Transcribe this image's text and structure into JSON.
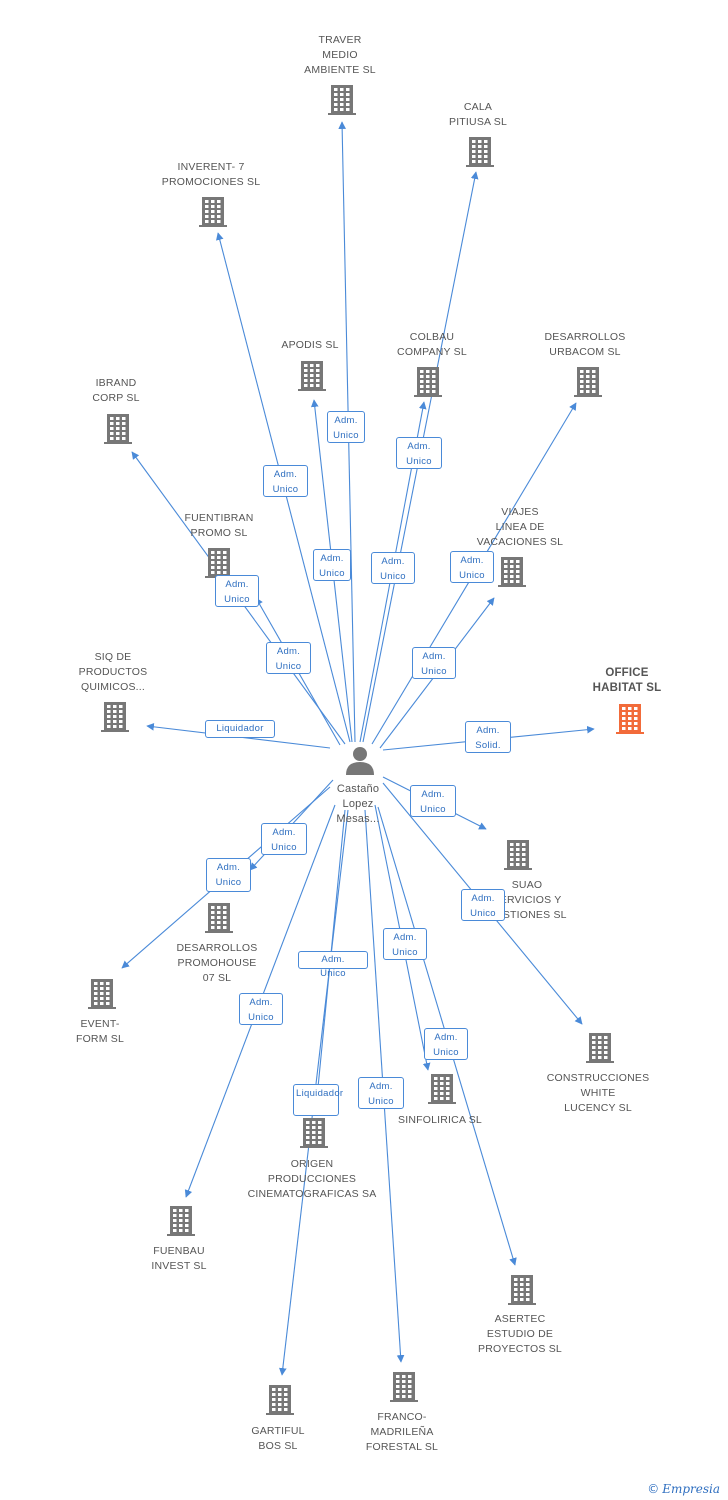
{
  "colors": {
    "edge": "#4a8ad8",
    "building": "#777777",
    "focus_building": "#f26b3a",
    "person": "#777777"
  },
  "center": {
    "name": "Castaño\nLopez\nMesas..."
  },
  "companies": [
    {
      "id": "traver",
      "name": "TRAVER\nMEDIO\nAMBIENTE SL",
      "role": "Adm.\nUnico",
      "focus": false
    },
    {
      "id": "cala",
      "name": "CALA\nPITIUSA SL",
      "role": "Adm.\nUnico",
      "focus": false
    },
    {
      "id": "inverent",
      "name": "INVERENT- 7\nPROMOCIONES SL",
      "role": "Adm.\nUnico",
      "focus": false
    },
    {
      "id": "apodis",
      "name": "APODIS SL",
      "role": "Adm.\nUnico",
      "focus": false
    },
    {
      "id": "colbau",
      "name": "COLBAU\nCOMPANY SL",
      "role": "Adm.\nUnico",
      "focus": false
    },
    {
      "id": "desarrollos_urbacom",
      "name": "DESARROLLOS\nURBACOM SL",
      "role": "Adm.\nUnico",
      "focus": false
    },
    {
      "id": "ibrand",
      "name": "IBRAND\nCORP SL",
      "role": "Adm.\nUnico",
      "focus": false
    },
    {
      "id": "fuentibran",
      "name": "FUENTIBRAN\nPROMO SL",
      "role": "Adm.\nUnico",
      "focus": false
    },
    {
      "id": "viajes",
      "name": "VIAJES\nLINEA DE\nVACACIONES SL",
      "role": "Adm.\nUnico",
      "focus": false
    },
    {
      "id": "siq",
      "name": "SIQ DE\nPRODUCTOS\nQUIMICOS...",
      "role": "Liquidador",
      "focus": false
    },
    {
      "id": "office",
      "name": "OFFICE\nHABITAT SL",
      "role": "Adm.\nSolid.",
      "focus": true
    },
    {
      "id": "suao",
      "name": "SUAO\nSERVICIOS Y\nGESTIONES SL",
      "role": "Adm.\nUnico",
      "focus": false
    },
    {
      "id": "promohouse",
      "name": "DESARROLLOS\nPROMOHOUSE\n07 SL",
      "role": "Adm.\nUnico",
      "focus": false
    },
    {
      "id": "event",
      "name": "EVENT-\nFORM SL",
      "role": "Adm.\nUnico",
      "focus": false
    },
    {
      "id": "construcciones",
      "name": "CONSTRUCCIONES\nWHITE\nLUCENCY SL",
      "role": "Adm.\nUnico",
      "focus": false
    },
    {
      "id": "fuenbau",
      "name": "FUENBAU\nINVEST SL",
      "role": "Adm.\nUnico",
      "focus": false
    },
    {
      "id": "origen",
      "name": "ORIGEN\nPRODUCCIONES\nCINEMATOGRAFICAS SA",
      "role": "Adm.\nUnico",
      "focus": false
    },
    {
      "id": "sinfolirica",
      "name": "SINFOLIRICA SL",
      "role": "Adm.\nUnico",
      "focus": false
    },
    {
      "id": "asertec",
      "name": "ASERTEC\nESTUDIO DE\nPROYECTOS SL",
      "role": "Adm.\nUnico",
      "focus": false
    },
    {
      "id": "gartiful",
      "name": "GARTIFUL\nBOS SL",
      "role": "Liquidador",
      "focus": false
    },
    {
      "id": "franco",
      "name": "FRANCO-\nMADRILEÑA\nFORESTAL SL",
      "role": "Adm.\nUnico",
      "focus": false
    }
  ],
  "brand": {
    "copyright": "©",
    "name": "Empresia"
  }
}
